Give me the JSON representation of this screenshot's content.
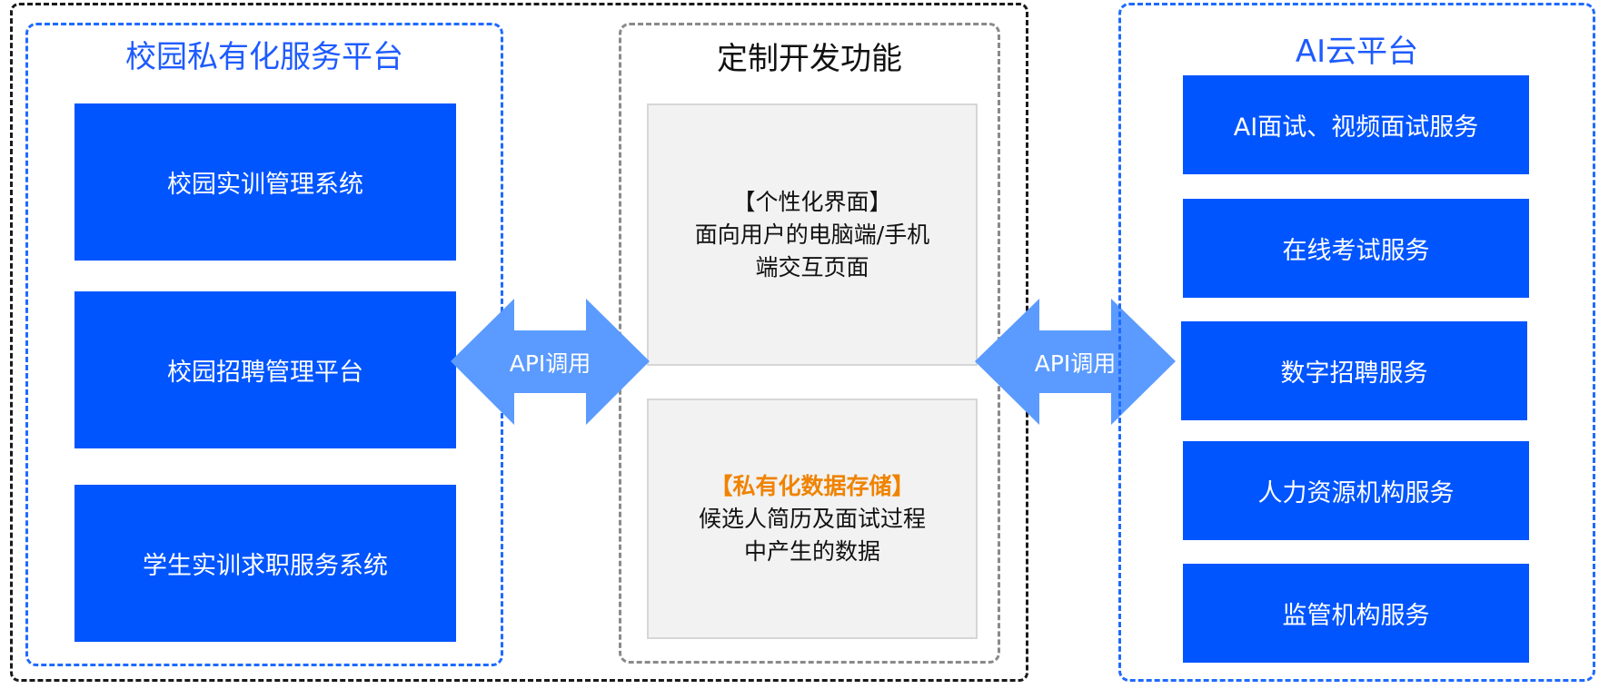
{
  "left": {
    "title": "校园私有化服务平台",
    "boxes": [
      "校园实训管理系统",
      "校园招聘管理平台",
      "学生实训求职服务系统"
    ]
  },
  "middle": {
    "title": "定制开发功能",
    "ui_box": {
      "heading": "【个性化界面】",
      "lines": [
        "面向用户的电脑端/手机",
        "端交互页面"
      ]
    },
    "storage_box": {
      "heading": "【私有化数据存储】",
      "lines": [
        "候选人简历及面试过程",
        "中产生的数据"
      ]
    }
  },
  "arrows": {
    "left_label": "API调用",
    "right_label": "API调用"
  },
  "right": {
    "title": "AI云平台",
    "boxes": [
      "AI面试、视频面试服务",
      "在线考试服务",
      "数字招聘服务",
      "人力资源机构服务",
      "监管机构服务"
    ]
  },
  "colors": {
    "blue": "#0055ff",
    "arrow": "#5b9bff",
    "orange": "#f08300"
  }
}
